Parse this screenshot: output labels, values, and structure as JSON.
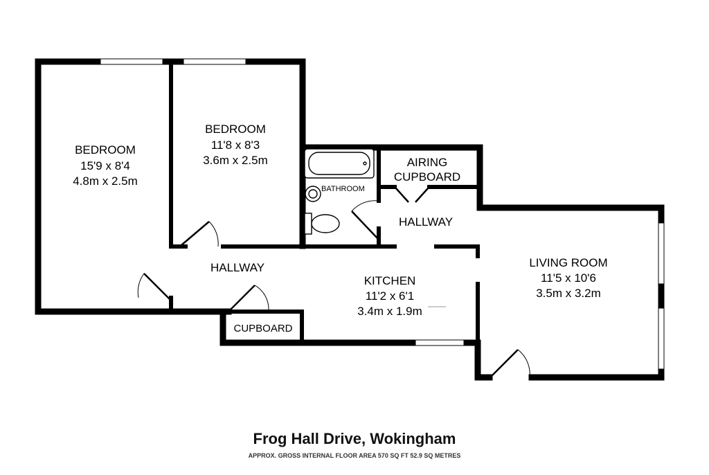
{
  "rooms": {
    "bedroom1": {
      "name": "BEDROOM",
      "imperial": "15'9 x 8'4",
      "metric": "4.8m x 2.5m"
    },
    "bedroom2": {
      "name": "BEDROOM",
      "imperial": "11'8 x 8'3",
      "metric": "3.6m x 2.5m"
    },
    "bathroom": {
      "name": "BATHROOM"
    },
    "airing": {
      "line1": "AIRING",
      "line2": "CUPBOARD"
    },
    "hallway_upper": {
      "name": "HALLWAY"
    },
    "hallway_lower": {
      "name": "HALLWAY"
    },
    "kitchen": {
      "name": "KITCHEN",
      "imperial": "11'2 x 6'1",
      "metric": "3.4m x 1.9m"
    },
    "living": {
      "name": "LIVING ROOM",
      "imperial": "11'5 x 10'6",
      "metric": "3.5m x 3.2m"
    },
    "cupboard": {
      "name": "CUPBOARD"
    }
  },
  "footer": {
    "title": "Frog Hall Drive, Wokingham",
    "subtitle": "APPROX. GROSS INTERNAL FLOOR AREA 570 SQ FT 52.9 SQ METRES"
  }
}
